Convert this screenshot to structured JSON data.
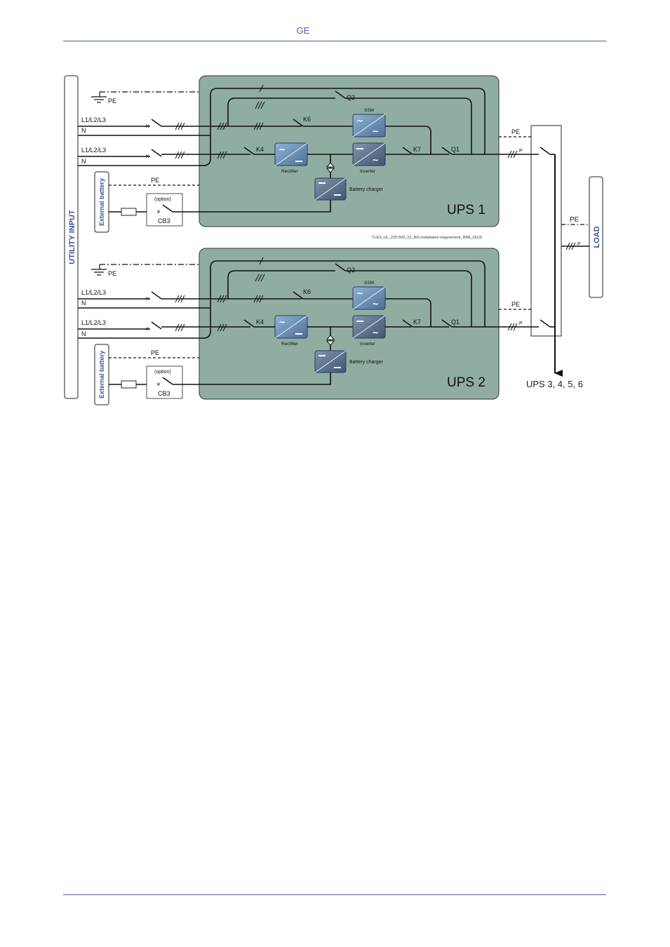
{
  "header": {
    "brand": "GE"
  },
  "diagram": {
    "utility_input": "UTILITY INPUT",
    "load": "LOAD",
    "downstream": "UPS 3, 4, 5, 6",
    "drawing_ref": "TLES_UL_225-500_S1_BD-Installation requirement_RPA_02US",
    "colors": {
      "ups_fill": "#8fada1",
      "module_fill": "#6c8fb8",
      "label_blue": "#3b52a0",
      "line": "#111111"
    },
    "ups_units": [
      {
        "name": "UPS 1",
        "pe": "PE",
        "input1": {
          "phases": "L1/L2/L3",
          "neutral": "N"
        },
        "input2": {
          "phases": "L1/L2/L3",
          "neutral": "N"
        },
        "battery_pe": "PE",
        "external_battery": "External battery",
        "option": "(option)",
        "cb3": "CB3",
        "switches": {
          "q2": "Q2",
          "k6": "K6",
          "k4": "K4",
          "k7": "K7",
          "q1": "Q1"
        },
        "modules": {
          "ssm": "SSM",
          "rectifier": "Rectifier",
          "inverter": "Inverter",
          "charger": "Battery charger"
        },
        "output_pe": "PE"
      },
      {
        "name": "UPS 2",
        "pe": "PE",
        "input1": {
          "phases": "L1/L2/L3",
          "neutral": "N"
        },
        "input2": {
          "phases": "L1/L2/L3",
          "neutral": "N"
        },
        "battery_pe": "PE",
        "external_battery": "External battery",
        "option": "(option)",
        "cb3": "CB3",
        "switches": {
          "q2": "Q2",
          "k6": "K6",
          "k4": "K4",
          "k7": "K7",
          "q1": "Q1"
        },
        "modules": {
          "ssm": "SSM",
          "rectifier": "Rectifier",
          "inverter": "Inverter",
          "charger": "Battery charger"
        },
        "output_pe": "PE"
      }
    ],
    "load_pe": "PE",
    "slash_label": "P"
  }
}
